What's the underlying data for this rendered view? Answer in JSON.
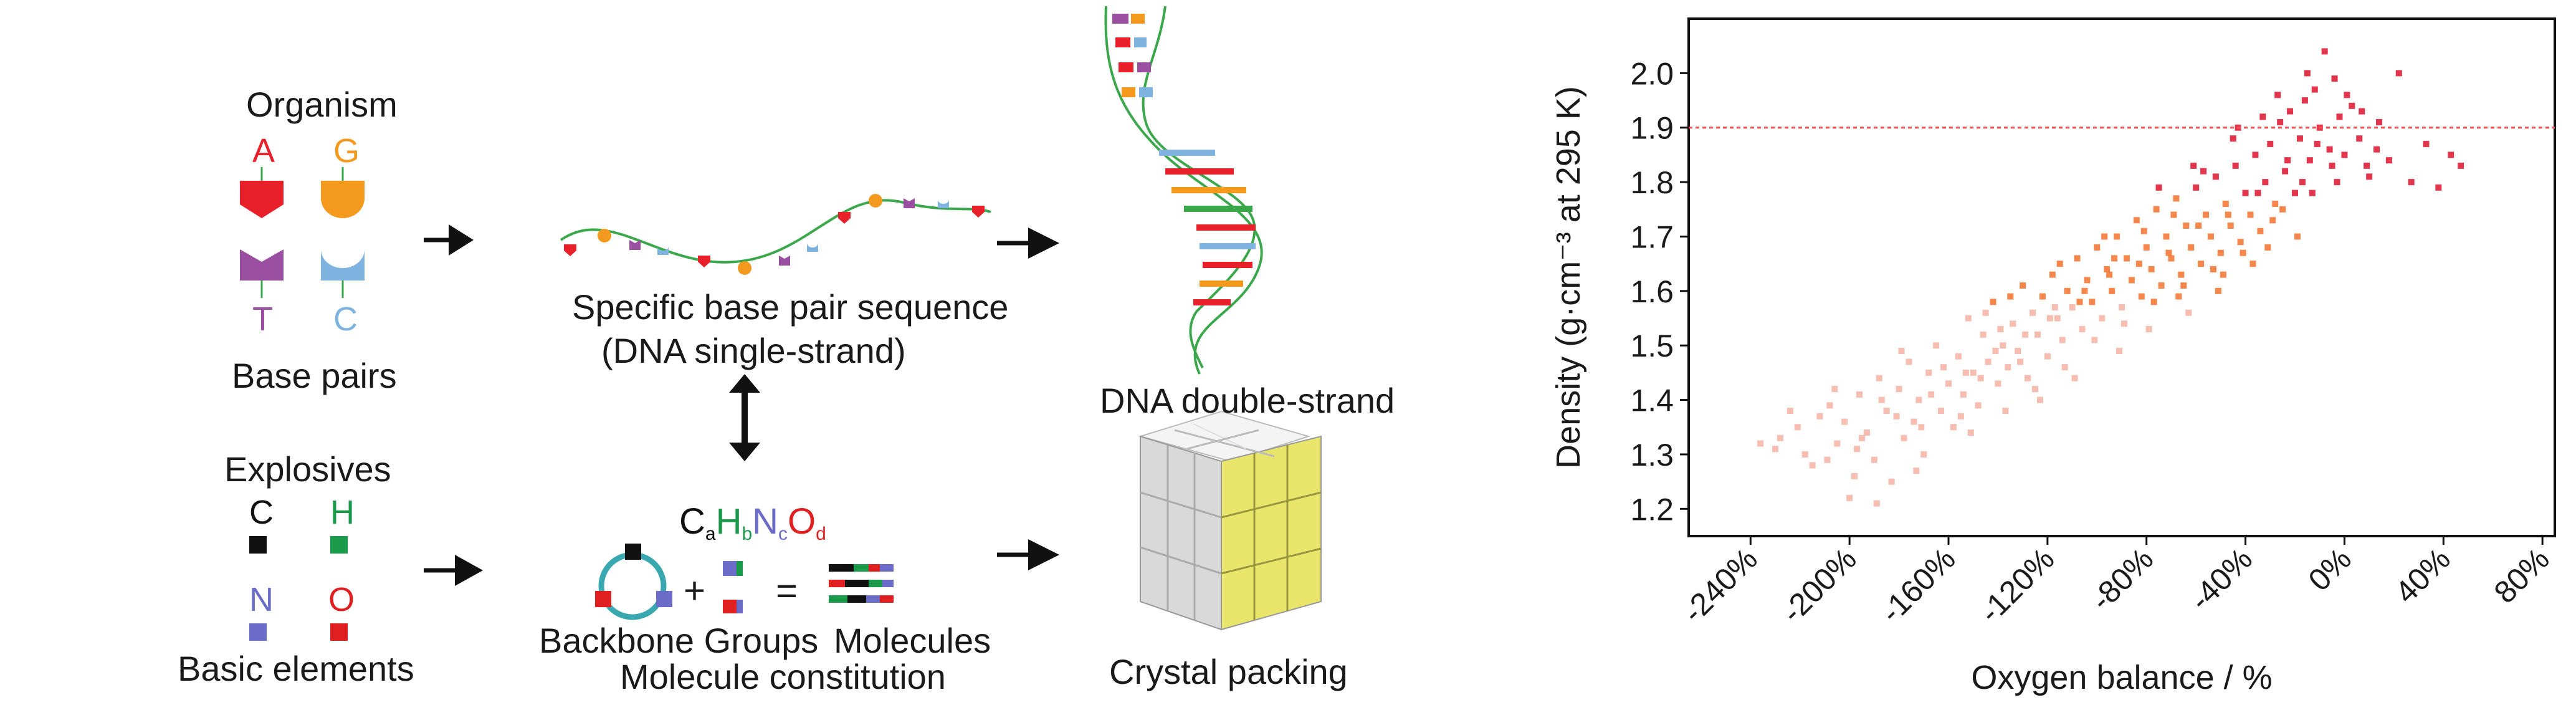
{
  "scheme": {
    "organism_title": "Organism",
    "base_letters": {
      "a": "A",
      "g": "G",
      "t": "T",
      "c": "C"
    },
    "base_pairs_label": "Base pairs",
    "sequence_label_1": "Specific base pair sequence",
    "sequence_label_2": "(DNA single-strand)",
    "double_strand_label": "DNA double-strand",
    "explosives_title": "Explosives",
    "element_letters": {
      "c": "C",
      "h": "H",
      "n": "N",
      "o": "O"
    },
    "basic_elements_label": "Basic elements",
    "formula": {
      "c": "C",
      "a": "a",
      "h": "H",
      "b": "b",
      "n": "N",
      "cc": "c",
      "o": "O",
      "d": "d"
    },
    "plus": "+",
    "equals": "=",
    "backbone_label": "Backbone Groups",
    "molecules_label": "Molecules",
    "constitution_label": "Molecule constitution",
    "crystal_label": "Crystal packing",
    "colors": {
      "A": "#e8202a",
      "G": "#f39a1e",
      "T": "#9b4fa0",
      "C": "#7fb3e0",
      "strand": "#3aa84a",
      "elemC": "#111111",
      "elemH": "#1a9a4a",
      "elemN": "#6b6bc8",
      "elemO": "#e02020"
    }
  },
  "chart_data": {
    "type": "scatter",
    "xlabel": "Oxygen balance / %",
    "ylabel": "Density (g·cm⁻³ at 295 K)",
    "x_tick_labels": [
      "-240%",
      "-200%",
      "-160%",
      "-120%",
      "-80%",
      "-40%",
      "0%",
      "40%",
      "80%"
    ],
    "x_ticks": [
      -240,
      -200,
      -160,
      -120,
      -80,
      -40,
      0,
      40,
      80
    ],
    "y_tick_labels": [
      "1.2",
      "1.3",
      "1.4",
      "1.5",
      "1.6",
      "1.7",
      "1.8",
      "1.9",
      "2.0"
    ],
    "y_ticks": [
      1.2,
      1.3,
      1.4,
      1.5,
      1.6,
      1.7,
      1.8,
      1.9,
      2.0
    ],
    "xlim": [
      -265,
      85
    ],
    "ylim": [
      1.15,
      2.1
    ],
    "reference_line": {
      "y": 1.9,
      "color": "#f05050",
      "style": "dashed"
    },
    "grid": false,
    "colors": {
      "low": "#f7b6a8",
      "mid": "#f47a3a",
      "high": "#e0203a"
    },
    "points": [
      [
        -230,
        1.31
      ],
      [
        -228,
        1.33
      ],
      [
        -221,
        1.35
      ],
      [
        -218,
        1.3
      ],
      [
        -212,
        1.37
      ],
      [
        -208,
        1.39
      ],
      [
        -205,
        1.32
      ],
      [
        -202,
        1.36
      ],
      [
        -200,
        1.22
      ],
      [
        -198,
        1.26
      ],
      [
        -196,
        1.41
      ],
      [
        -193,
        1.34
      ],
      [
        -190,
        1.29
      ],
      [
        -188,
        1.44
      ],
      [
        -185,
        1.38
      ],
      [
        -183,
        1.25
      ],
      [
        -180,
        1.42
      ],
      [
        -178,
        1.33
      ],
      [
        -176,
        1.47
      ],
      [
        -174,
        1.36
      ],
      [
        -172,
        1.4
      ],
      [
        -170,
        1.3
      ],
      [
        -168,
        1.45
      ],
      [
        -165,
        1.5
      ],
      [
        -163,
        1.38
      ],
      [
        -160,
        1.43
      ],
      [
        -158,
        1.35
      ],
      [
        -156,
        1.48
      ],
      [
        -154,
        1.41
      ],
      [
        -152,
        1.55
      ],
      [
        -150,
        1.45
      ],
      [
        -148,
        1.39
      ],
      [
        -146,
        1.52
      ],
      [
        -144,
        1.47
      ],
      [
        -142,
        1.58
      ],
      [
        -140,
        1.43
      ],
      [
        -138,
        1.5
      ],
      [
        -136,
        1.46
      ],
      [
        -134,
        1.54
      ],
      [
        -132,
        1.49
      ],
      [
        -130,
        1.61
      ],
      [
        -128,
        1.44
      ],
      [
        -126,
        1.56
      ],
      [
        -124,
        1.52
      ],
      [
        -122,
        1.59
      ],
      [
        -120,
        1.48
      ],
      [
        -118,
        1.63
      ],
      [
        -116,
        1.55
      ],
      [
        -114,
        1.51
      ],
      [
        -112,
        1.6
      ],
      [
        -110,
        1.57
      ],
      [
        -108,
        1.66
      ],
      [
        -106,
        1.53
      ],
      [
        -104,
        1.62
      ],
      [
        -102,
        1.58
      ],
      [
        -100,
        1.68
      ],
      [
        -98,
        1.55
      ],
      [
        -96,
        1.64
      ],
      [
        -94,
        1.6
      ],
      [
        -92,
        1.7
      ],
      [
        -90,
        1.57
      ],
      [
        -88,
        1.66
      ],
      [
        -86,
        1.62
      ],
      [
        -84,
        1.73
      ],
      [
        -82,
        1.59
      ],
      [
        -80,
        1.68
      ],
      [
        -78,
        1.64
      ],
      [
        -76,
        1.75
      ],
      [
        -74,
        1.61
      ],
      [
        -72,
        1.7
      ],
      [
        -70,
        1.66
      ],
      [
        -68,
        1.77
      ],
      [
        -66,
        1.63
      ],
      [
        -64,
        1.72
      ],
      [
        -62,
        1.68
      ],
      [
        -60,
        1.79
      ],
      [
        -58,
        1.65
      ],
      [
        -56,
        1.74
      ],
      [
        -54,
        1.7
      ],
      [
        -52,
        1.81
      ],
      [
        -50,
        1.67
      ],
      [
        -48,
        1.76
      ],
      [
        -46,
        1.72
      ],
      [
        -44,
        1.83
      ],
      [
        -42,
        1.69
      ],
      [
        -40,
        1.78
      ],
      [
        -38,
        1.74
      ],
      [
        -36,
        1.85
      ],
      [
        -34,
        1.71
      ],
      [
        -32,
        1.8
      ],
      [
        -30,
        1.87
      ],
      [
        -28,
        1.76
      ],
      [
        -26,
        1.91
      ],
      [
        -24,
        1.82
      ],
      [
        -22,
        1.93
      ],
      [
        -20,
        1.78
      ],
      [
        -18,
        1.88
      ],
      [
        -16,
        1.95
      ],
      [
        -14,
        1.84
      ],
      [
        -12,
        1.97
      ],
      [
        -10,
        1.9
      ],
      [
        -8,
        2.04
      ],
      [
        -6,
        1.86
      ],
      [
        -4,
        1.99
      ],
      [
        -2,
        1.92
      ],
      [
        0,
        1.85
      ],
      [
        3,
        1.94
      ],
      [
        6,
        1.88
      ],
      [
        10,
        1.81
      ],
      [
        14,
        1.91
      ],
      [
        18,
        1.84
      ],
      [
        22,
        2.0
      ],
      [
        27,
        1.8
      ],
      [
        33,
        1.87
      ],
      [
        38,
        1.79
      ],
      [
        43,
        1.85
      ],
      [
        47,
        1.83
      ],
      [
        -236,
        1.32
      ],
      [
        -224,
        1.38
      ],
      [
        -215,
        1.28
      ],
      [
        -206,
        1.42
      ],
      [
        -197,
        1.31
      ],
      [
        -187,
        1.4
      ],
      [
        -179,
        1.49
      ],
      [
        -171,
        1.35
      ],
      [
        -162,
        1.46
      ],
      [
        -155,
        1.37
      ],
      [
        -147,
        1.44
      ],
      [
        -139,
        1.53
      ],
      [
        -131,
        1.47
      ],
      [
        -125,
        1.42
      ],
      [
        -119,
        1.55
      ],
      [
        -113,
        1.46
      ],
      [
        -107,
        1.58
      ],
      [
        -101,
        1.51
      ],
      [
        -95,
        1.63
      ],
      [
        -89,
        1.54
      ],
      [
        -83,
        1.65
      ],
      [
        -77,
        1.58
      ],
      [
        -71,
        1.67
      ],
      [
        -65,
        1.61
      ],
      [
        -59,
        1.72
      ],
      [
        -53,
        1.64
      ],
      [
        -47,
        1.74
      ],
      [
        -41,
        1.67
      ],
      [
        -35,
        1.78
      ],
      [
        -29,
        1.73
      ],
      [
        -23,
        1.84
      ],
      [
        -17,
        1.8
      ],
      [
        -11,
        1.87
      ],
      [
        -5,
        1.83
      ],
      [
        1,
        1.96
      ],
      [
        7,
        1.93
      ],
      [
        13,
        1.86
      ],
      [
        -33,
        1.92
      ],
      [
        -45,
        1.88
      ],
      [
        -57,
        1.82
      ],
      [
        -69,
        1.74
      ],
      [
        -81,
        1.71
      ],
      [
        -93,
        1.66
      ],
      [
        -105,
        1.6
      ],
      [
        -117,
        1.57
      ],
      [
        -129,
        1.52
      ],
      [
        -141,
        1.49
      ],
      [
        -153,
        1.45
      ],
      [
        -167,
        1.41
      ],
      [
        -181,
        1.37
      ],
      [
        -195,
        1.33
      ],
      [
        -209,
        1.29
      ],
      [
        -145,
        1.56
      ],
      [
        -135,
        1.59
      ],
      [
        -115,
        1.65
      ],
      [
        -97,
        1.7
      ],
      [
        -75,
        1.79
      ],
      [
        -61,
        1.83
      ],
      [
        -43,
        1.9
      ],
      [
        -27,
        1.96
      ],
      [
        -15,
        2.0
      ],
      [
        -37,
        1.65
      ],
      [
        -51,
        1.6
      ],
      [
        -63,
        1.56
      ],
      [
        -79,
        1.53
      ],
      [
        -91,
        1.49
      ],
      [
        -109,
        1.44
      ],
      [
        -123,
        1.4
      ],
      [
        -137,
        1.38
      ],
      [
        -151,
        1.34
      ],
      [
        -173,
        1.27
      ],
      [
        -189,
        1.21
      ],
      [
        -25,
        1.75
      ],
      [
        -13,
        1.78
      ],
      [
        -3,
        1.8
      ],
      [
        9,
        1.83
      ],
      [
        -19,
        1.7
      ],
      [
        -31,
        1.68
      ],
      [
        -49,
        1.63
      ],
      [
        -67,
        1.59
      ]
    ]
  }
}
